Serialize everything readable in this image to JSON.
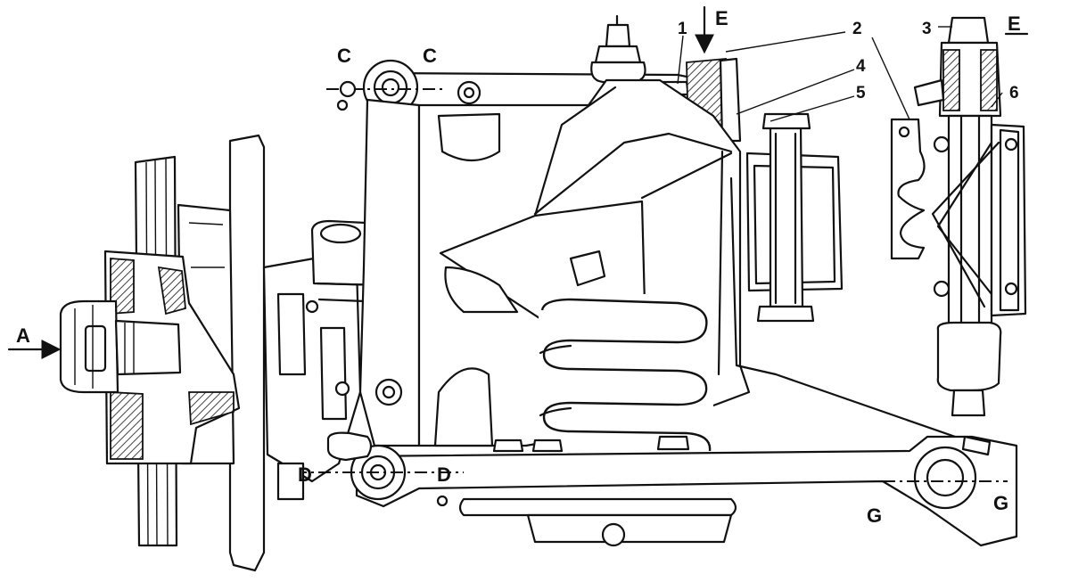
{
  "labels": {
    "A": "A",
    "C_left": "C",
    "C_right": "C",
    "D_left": "D",
    "D_right": "D",
    "E_arrow": "E",
    "E_detail": "E",
    "G_left": "G",
    "G_right": "G",
    "n1": "1",
    "n2": "2",
    "n3": "3",
    "n4": "4",
    "n5": "5",
    "n6": "6"
  }
}
